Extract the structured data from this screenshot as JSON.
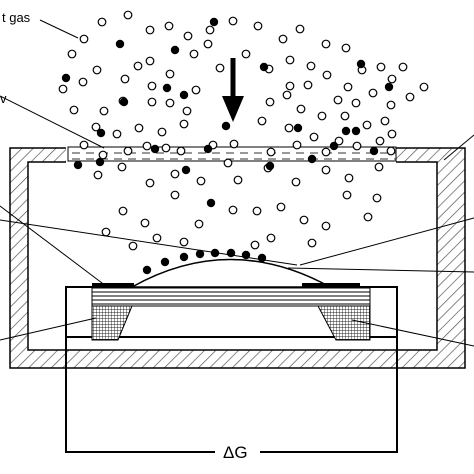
{
  "labels": {
    "gas": "t gas",
    "filter": "v",
    "delta_g": "ΔG"
  },
  "particles": {
    "open_count": 112,
    "filled_count": 33,
    "legend": [
      {
        "name": "open-particle",
        "fill": "#ffffff",
        "stroke": "#000000"
      },
      {
        "name": "filled-particle",
        "fill": "#000000",
        "stroke": "#000000"
      }
    ]
  },
  "icons": {
    "arrow": "down-arrow-icon"
  },
  "colors": {
    "ink": "#000000",
    "background": "#ffffff",
    "hatch": "#555555"
  }
}
